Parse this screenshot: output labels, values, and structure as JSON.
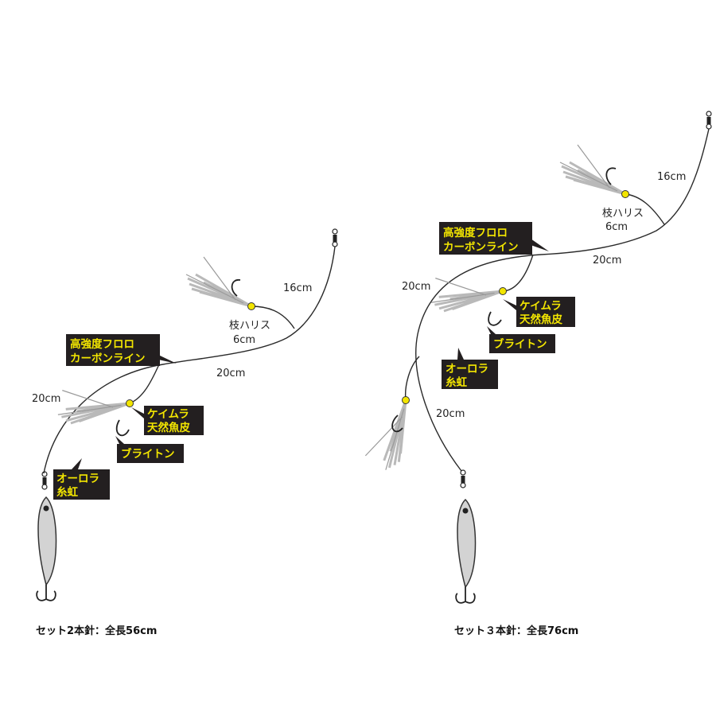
{
  "rig_2hook": {
    "caption": "セット2本針：全長56cm",
    "main_line_label": [
      "高強度フロロ",
      "カーボンライン"
    ],
    "top_length": "16cm",
    "branch_label": [
      "枝ハリス",
      "6cm"
    ],
    "middle_length": "20cm",
    "lower_length": "20cm",
    "keimura_label": [
      "ケイムラ",
      "天然魚皮"
    ],
    "brighton_label": "ブライトン",
    "aurora_label": [
      "オーロラ",
      "糸虹"
    ]
  },
  "rig_3hook": {
    "caption": "セット３本針：全長76cm",
    "main_line_label": [
      "高強度フロロ",
      "カーボンライン"
    ],
    "top_length": "16cm",
    "branch_label": [
      "枝ハリス",
      "6cm"
    ],
    "middle_length": "20cm",
    "left_length": "20cm",
    "lower_length": "20cm",
    "keimura_label": [
      "ケイムラ",
      "天然魚皮"
    ],
    "brighton_label": "ブライトン",
    "aurora_label": [
      "オーロラ",
      "糸虹"
    ]
  },
  "colors": {
    "label_box": "#231f20",
    "label_text": "#f3e600",
    "bead": "#f2e500",
    "skirt": "#b9b9b9"
  }
}
